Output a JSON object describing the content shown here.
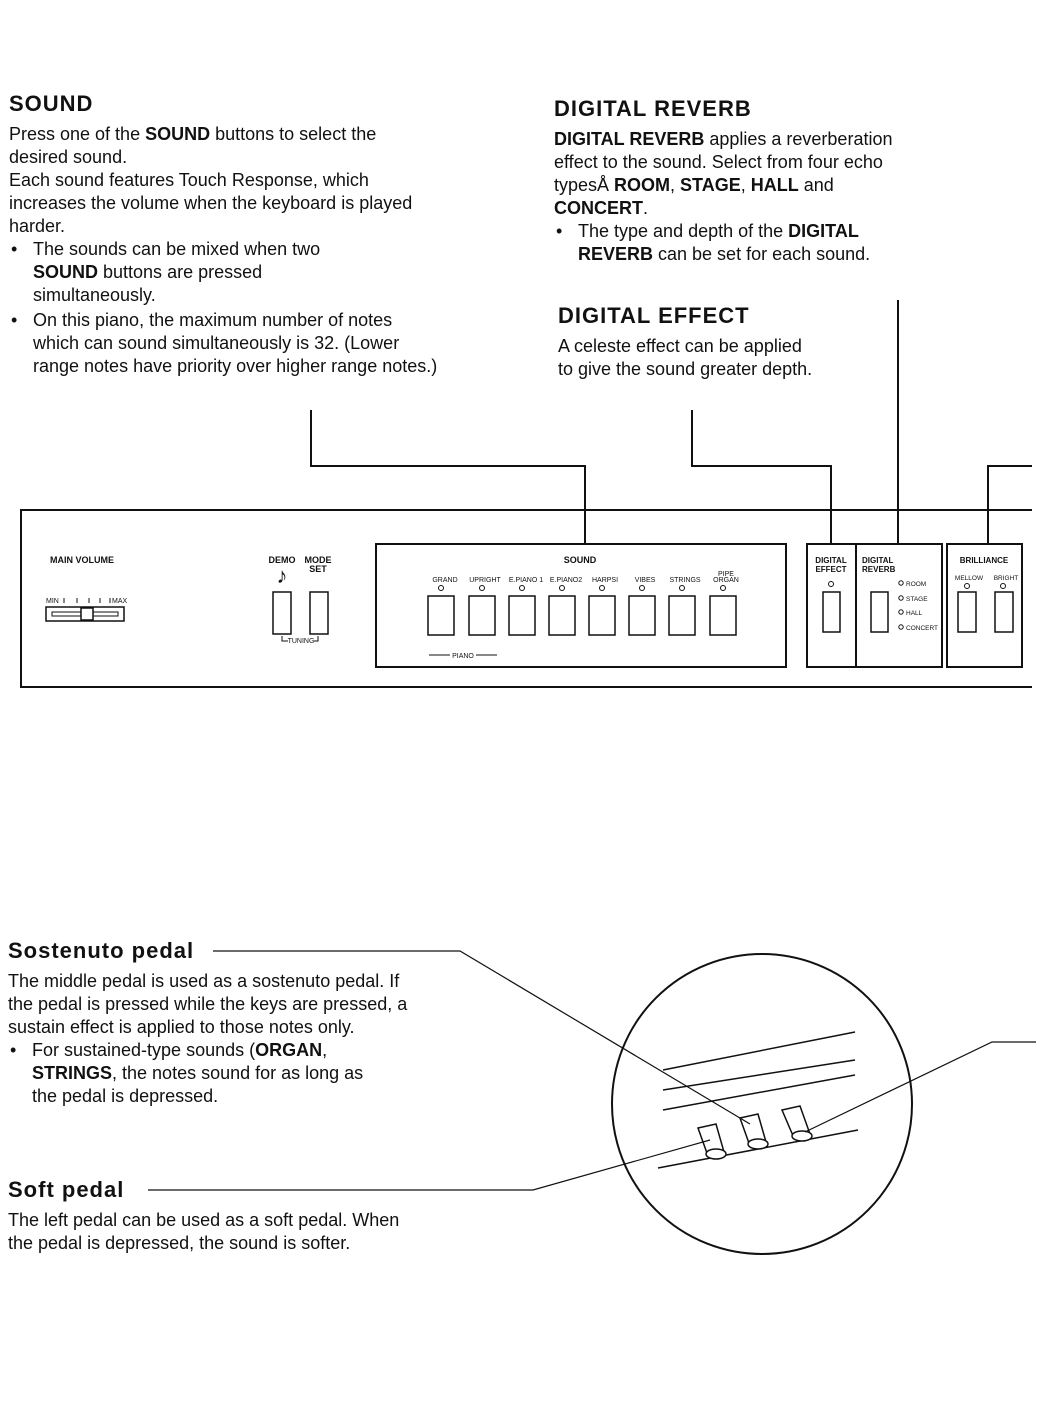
{
  "sound": {
    "heading": "SOUND",
    "p1_a": "Press one of the ",
    "p1_b": "SOUND",
    "p1_c": " buttons to select the desired sound.",
    "p2": "Each sound features Touch Response, which increases the volume when the keyboard is played harder.",
    "b1_a": "The sounds can be mixed when two ",
    "b1_b": "SOUND",
    "b1_c": " buttons are pressed simultaneously.",
    "b2": "On this piano, the maximum number of notes which can sound simultaneously is 32. (Lower range notes have priority over higher range notes.)"
  },
  "reverb": {
    "heading": "DIGITAL REVERB",
    "p_a": "DIGITAL REVERB",
    "p_b": " applies a reverberation effect to the sound. Select from four echo typesÅ ",
    "p_c": "ROOM",
    "p_d": ", ",
    "p_e": "STAGE",
    "p_f": ", ",
    "p_g": "HALL",
    "p_h": " and ",
    "p_i": "CONCERT",
    "p_j": ".",
    "b_a": "The type and depth of the ",
    "b_b": "DIGITAL REVERB",
    "b_c": " can be set for each sound."
  },
  "effect": {
    "heading": "DIGITAL EFFECT",
    "p": "A celeste effect can be applied to give the sound greater depth."
  },
  "panel": {
    "main_volume": "MAIN  VOLUME",
    "min": "MIN",
    "max": "MAX",
    "demo": "DEMO",
    "mode": "MODE",
    "set": "SET",
    "note_glyph": "♪",
    "tuning": "TUNING",
    "sound_title": "SOUND",
    "piano_label": "PIANO",
    "sound_buttons": [
      "GRAND",
      "UPRIGHT",
      "E.PIANO 1",
      "E.PIANO2",
      "HARPSI",
      "VIBES",
      "STRINGS",
      "ORGAN"
    ],
    "pipe": "PIPE",
    "effect_l1": "DIGITAL",
    "effect_l2": "EFFECT",
    "reverb_l1": "DIGITAL",
    "reverb_l2": "REVERB",
    "reverb_types": [
      "ROOM",
      "STAGE",
      "HALL",
      "CONCERT"
    ],
    "brilliance": "BRILLIANCE",
    "mellow": "MELLOW",
    "bright": "BRIGHT"
  },
  "sostenuto": {
    "heading": "Sostenuto pedal",
    "p": "The middle pedal is used as a sostenuto pedal. If the pedal is pressed while the keys are pressed, a sustain effect is applied to those notes only.",
    "b_a": "For sustained-type sounds (",
    "b_b": "ORGAN",
    "b_c": ", ",
    "b_d": "STRINGS",
    "b_e": ", the notes sound for as long as the pedal is depressed."
  },
  "soft": {
    "heading": "Soft pedal",
    "p": "The left pedal can be used as a soft pedal. When the pedal is depressed, the sound is softer."
  }
}
